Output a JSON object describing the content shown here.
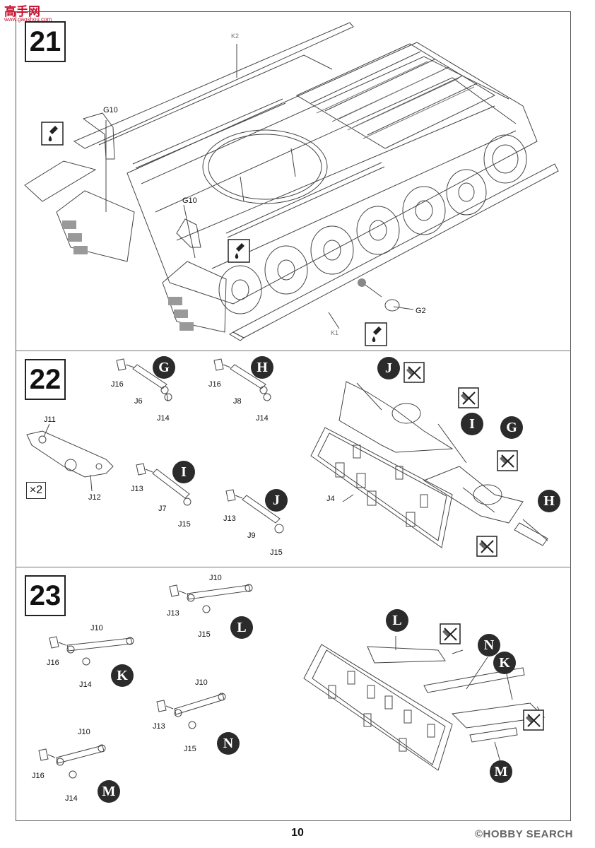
{
  "watermark_top": {
    "text": "高手网",
    "url": "www.gaoshou.com"
  },
  "watermark_bottom": {
    "text": "©HOBBY SEARCH"
  },
  "page_number": "10",
  "steps": [
    {
      "number": "21",
      "labels": {
        "K2": "K2",
        "G10_a": "G10",
        "G10_b": "G10",
        "G2": "G2",
        "K1": "K1"
      }
    },
    {
      "number": "22",
      "labels": {
        "j16_g": "J16",
        "j6": "J6",
        "j14_g": "J14",
        "badge_g": "G",
        "j16_h": "J16",
        "j8": "J8",
        "j14_h": "J14",
        "badge_h": "H",
        "j11": "J11",
        "j12": "J12",
        "mult": "×2",
        "j13_i": "J13",
        "j7": "J7",
        "j15_i": "J15",
        "badge_i": "I",
        "j13_j": "J13",
        "j9": "J9",
        "j15_j": "J15",
        "badge_j": "J",
        "j4": "J4",
        "asm_j": "J",
        "asm_i": "I",
        "asm_g": "G",
        "asm_h": "H"
      }
    },
    {
      "number": "23",
      "labels": {
        "j10_l": "J10",
        "j13_l": "J13",
        "j15_l": "J15",
        "badge_l": "L",
        "j10_k": "J10",
        "j16_k": "J16",
        "j14_k": "J14",
        "badge_k": "K",
        "j10_n": "J10",
        "j13_n": "J13",
        "j15_n": "J15",
        "badge_n": "N",
        "j10_m": "J10",
        "j16_m": "J16",
        "j14_m": "J14",
        "badge_m": "M",
        "asm_l": "L",
        "asm_n": "N",
        "asm_k": "K",
        "asm_m": "M"
      }
    }
  ],
  "icons": [
    "glue-icon",
    "no-glue-icon"
  ]
}
